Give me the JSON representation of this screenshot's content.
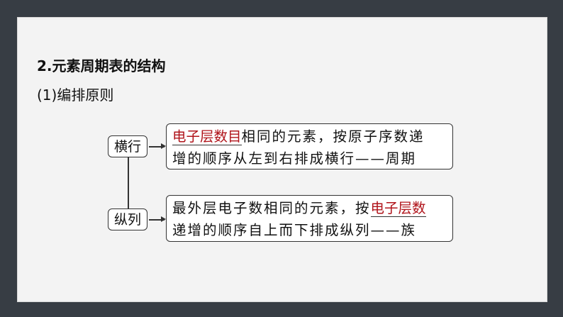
{
  "title": "2.元素周期表的结构",
  "subtitle": "(1)编排原则",
  "row": {
    "label": "横行",
    "highlight": "电子层数目",
    "line1": "相同的元素，按原子序数递",
    "line2": "增的顺序从左到右排成横行——周期"
  },
  "column": {
    "label": "纵列",
    "line1_prefix": "最外层电子数相同的元素，按",
    "highlight": "电子层数",
    "line2": "递增的顺序自上而下排成纵列——族"
  }
}
